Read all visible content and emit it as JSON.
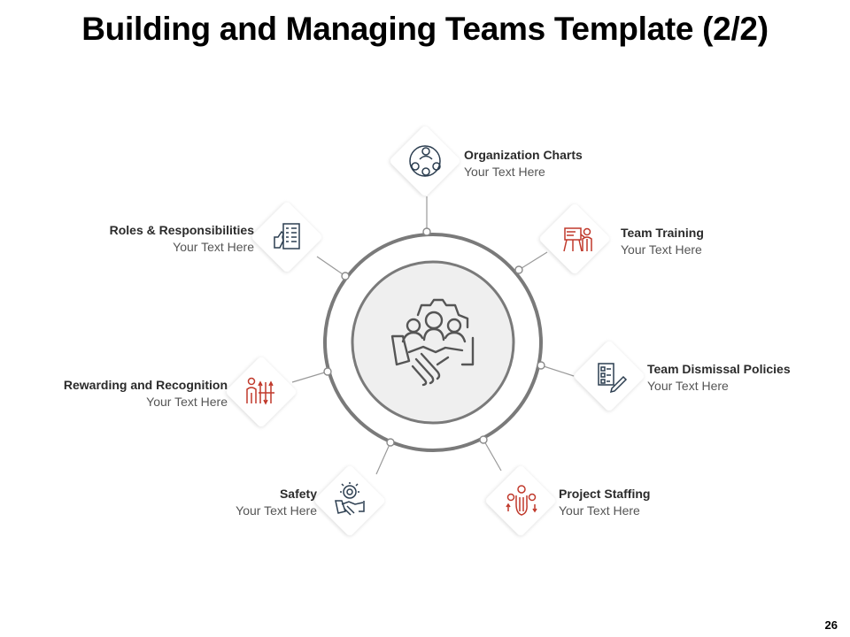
{
  "title": "Building and Managing Teams Template (2/2)",
  "page_number": "26",
  "colors": {
    "dark_icon": "#2c3e50",
    "red_icon": "#c0392b",
    "ring": "#7a7a7a",
    "connector": "#9a9a9a"
  },
  "center": {
    "icon": "team-handshake-gear-icon"
  },
  "items": [
    {
      "title": "Organization Charts",
      "text": "Your Text Here",
      "icon": "org-chart-icon"
    },
    {
      "title": "Team Training",
      "text": "Your Text Here",
      "icon": "training-presentation-icon"
    },
    {
      "title": "Team Dismissal Policies",
      "text": "Your Text Here",
      "icon": "checklist-document-icon"
    },
    {
      "title": "Project Staffing",
      "text": "Your Text Here",
      "icon": "staffing-hand-icon"
    },
    {
      "title": "Safety",
      "text": "Your Text Here",
      "icon": "handshake-gear-icon"
    },
    {
      "title": "Rewarding and Recognition",
      "text": "Your Text Here",
      "icon": "reward-people-icon"
    },
    {
      "title": "Roles & Responsibilities",
      "text": "Your Text Here",
      "icon": "roles-list-icon"
    }
  ]
}
